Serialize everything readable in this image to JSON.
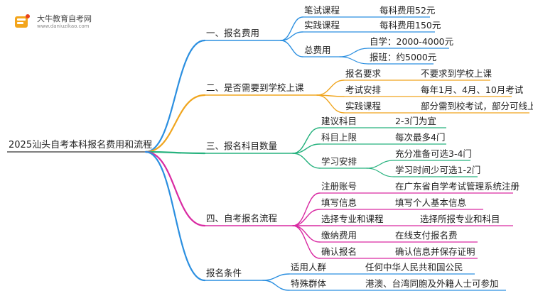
{
  "brand": {
    "title": "大牛教育自考网",
    "url": "www.daniuzikao.com"
  },
  "root": "2025汕头自考本科报名费用和流程",
  "colors": {
    "blue": "#2b8fe0",
    "orange": "#f0a51e",
    "green": "#26b27e",
    "magenta": "#d92aa2"
  },
  "sections": [
    {
      "label": "一、报名费用",
      "items": [
        {
          "label": "笔试课程",
          "value": "每科费用52元"
        },
        {
          "label": "实践课程",
          "value": "每科费用150元"
        },
        {
          "label": "总费用",
          "children": [
            "自学：2000-4000元",
            "报班：约5000元"
          ]
        }
      ]
    },
    {
      "label": "二、是否需要到学校上课",
      "items": [
        {
          "label": "报名要求",
          "value": "不要求到学校上课"
        },
        {
          "label": "考试安排",
          "value": "每年1月、4月、10月考试"
        },
        {
          "label": "实践课程",
          "value": "部分需到校考试，部分可线上"
        }
      ]
    },
    {
      "label": "三、报名科目数量",
      "items": [
        {
          "label": "建议科目",
          "value": "2-3门为宜"
        },
        {
          "label": "科目上限",
          "value": "每次最多4门"
        },
        {
          "label": "学习安排",
          "children": [
            "充分准备可选3-4门",
            "学习时间少可选1-2门"
          ]
        }
      ]
    },
    {
      "label": "四、自考报名流程",
      "items": [
        {
          "label": "注册账号",
          "value": "在广东省自学考试管理系统注册"
        },
        {
          "label": "填写信息",
          "value": "填写个人基本信息"
        },
        {
          "label": "选择专业和课程",
          "value": "选择所报专业和科目"
        },
        {
          "label": "缴纳费用",
          "value": "在线支付报名费"
        },
        {
          "label": "确认报名",
          "value": "确认信息并保存证明"
        }
      ]
    },
    {
      "label": "报名条件",
      "items": [
        {
          "label": "适用人群",
          "value": "任何中华人民共和国公民"
        },
        {
          "label": "特殊群体",
          "value": "港澳、台湾同胞及外籍人士可参加"
        }
      ]
    }
  ]
}
